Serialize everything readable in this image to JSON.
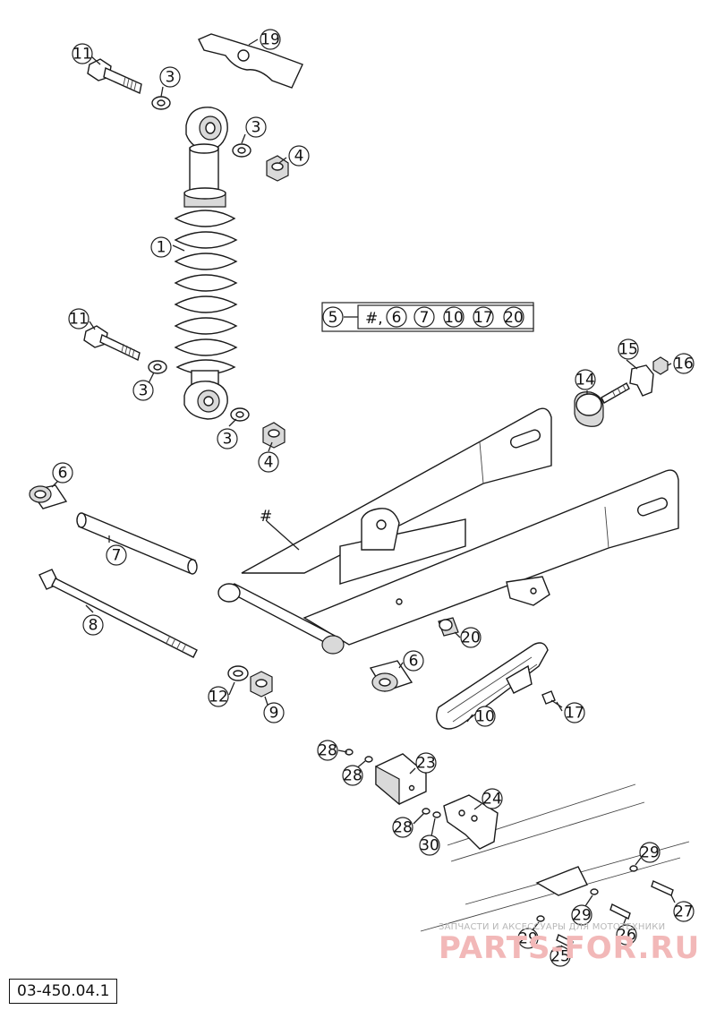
{
  "diagram": {
    "drawing_code": "03-450.04.1",
    "group_label": {
      "lead": "5",
      "hash": "#,",
      "items": [
        "6",
        "7",
        "10",
        "17",
        "20"
      ]
    },
    "hash_marker": "#",
    "callouts": [
      "11",
      "19",
      "3",
      "3",
      "4",
      "1",
      "11",
      "3",
      "3",
      "4",
      "15",
      "16",
      "14",
      "6",
      "7",
      "8",
      "6",
      "20",
      "12",
      "9",
      "10",
      "17",
      "28",
      "23",
      "28",
      "24",
      "28",
      "30",
      "29",
      "27",
      "29",
      "26",
      "29",
      "25"
    ]
  },
  "watermark": {
    "small_text": "ЗАПЧАСТИ И АКСЕССУАРЫ ДЛЯ МОТОТЕХНИКИ",
    "brand_text": "PARTS-FOR.RU"
  }
}
